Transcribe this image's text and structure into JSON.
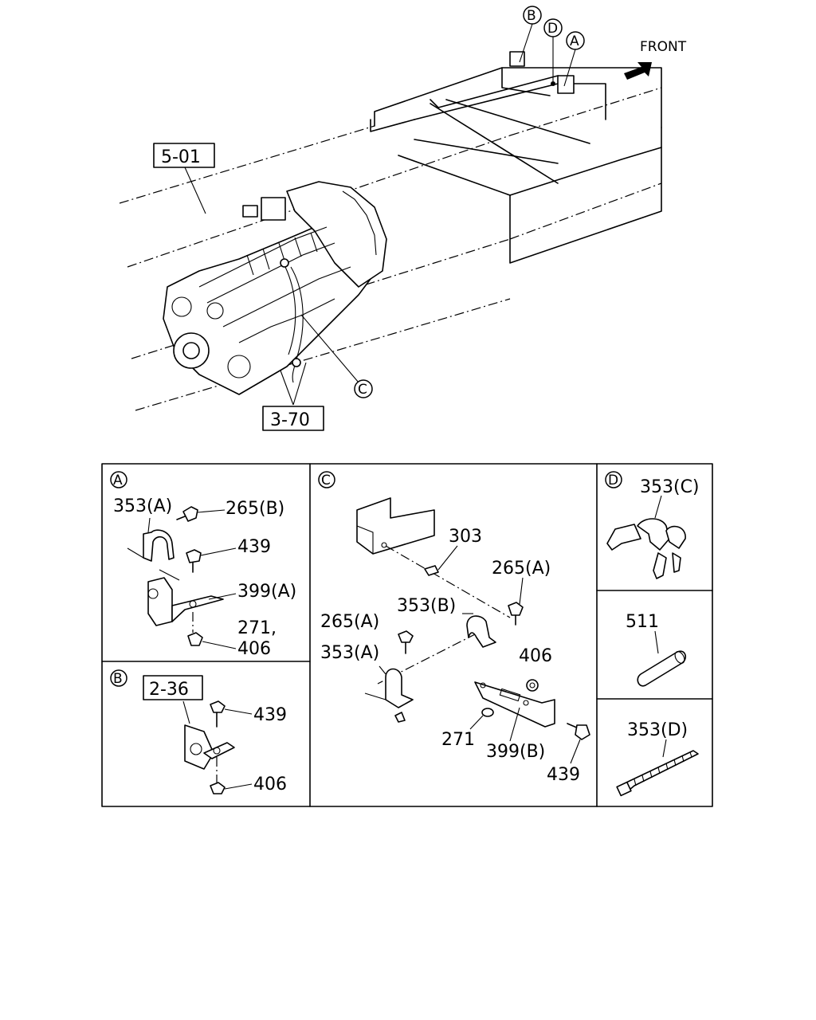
{
  "front_label": "FRONT",
  "refs": {
    "a": "A",
    "b": "B",
    "c": "C",
    "d": "D",
    "box_501": "5-01",
    "box_370": "3-70",
    "box_236": "2-36"
  },
  "panel_a": {
    "p353a": "353(A)",
    "p265b": "265(B)",
    "p439": "439",
    "p399a": "399(A)",
    "p271": "271,",
    "p406": "406"
  },
  "panel_b": {
    "p439": "439",
    "p406": "406"
  },
  "panel_c": {
    "p303": "303",
    "p265a_top": "265(A)",
    "p353b": "353(B)",
    "p265a_left": "265(A)",
    "p353a": "353(A)",
    "p406": "406",
    "p271": "271",
    "p399b": "399(B)",
    "p439": "439"
  },
  "panel_d": {
    "p353c": "353(C)"
  },
  "panel_511": {
    "p511": "511"
  },
  "panel_353d": {
    "p353d": "353(D)"
  }
}
